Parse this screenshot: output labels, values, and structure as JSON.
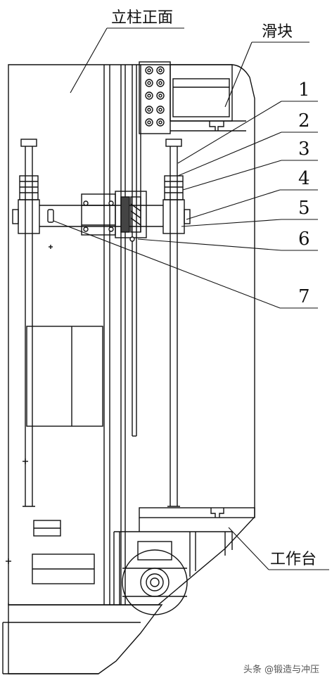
{
  "labels": {
    "column_front": "立柱正面",
    "slider": "滑块",
    "worktable": "工作台"
  },
  "callouts": [
    "1",
    "2",
    "3",
    "4",
    "5",
    "6",
    "7"
  ],
  "watermark": "头条 @锻造与冲压"
}
